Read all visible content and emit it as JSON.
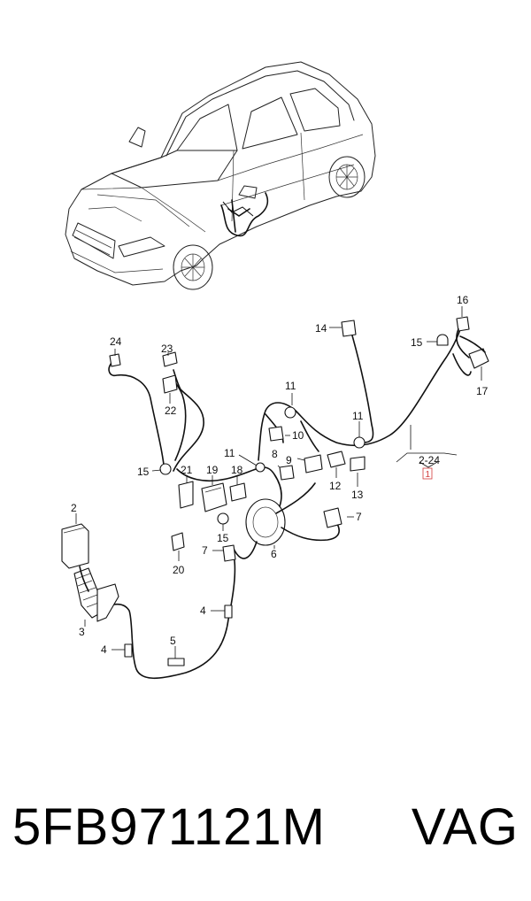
{
  "diagram": {
    "callouts": [
      "1",
      "2",
      "3",
      "4",
      "4",
      "5",
      "6",
      "7",
      "7",
      "8",
      "9",
      "10",
      "11",
      "11",
      "11",
      "12",
      "13",
      "14",
      "15",
      "15",
      "15",
      "16",
      "17",
      "18",
      "19",
      "20",
      "21",
      "22",
      "23",
      "24"
    ],
    "range_label": "2-24",
    "group_label": "1",
    "accent_color": "#d23a3a"
  },
  "footer": {
    "part_number": "5FB971121M",
    "brand": "VAG"
  }
}
